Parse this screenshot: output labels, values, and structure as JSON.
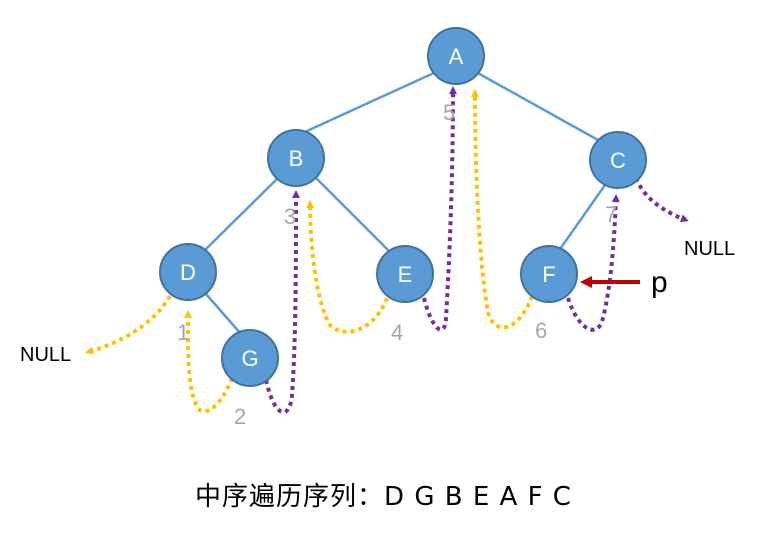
{
  "nodes": {
    "A": "A",
    "B": "B",
    "C": "C",
    "D": "D",
    "E": "E",
    "F": "F",
    "G": "G"
  },
  "order_numbers": [
    "1",
    "2",
    "3",
    "4",
    "5",
    "6",
    "7"
  ],
  "null_labels": {
    "left": "NULL",
    "right": "NULL"
  },
  "pointer_label": "p",
  "caption": "中序遍历序列：D G B E A F C",
  "colors": {
    "node_fill": "#5b9bd5",
    "node_stroke": "#41719c",
    "edge": "#5b9bd5",
    "thread_yellow": "#ffc000",
    "thread_purple": "#7030a0",
    "pointer_arrow": "#c00000",
    "order_number": "#a6a6a6"
  }
}
